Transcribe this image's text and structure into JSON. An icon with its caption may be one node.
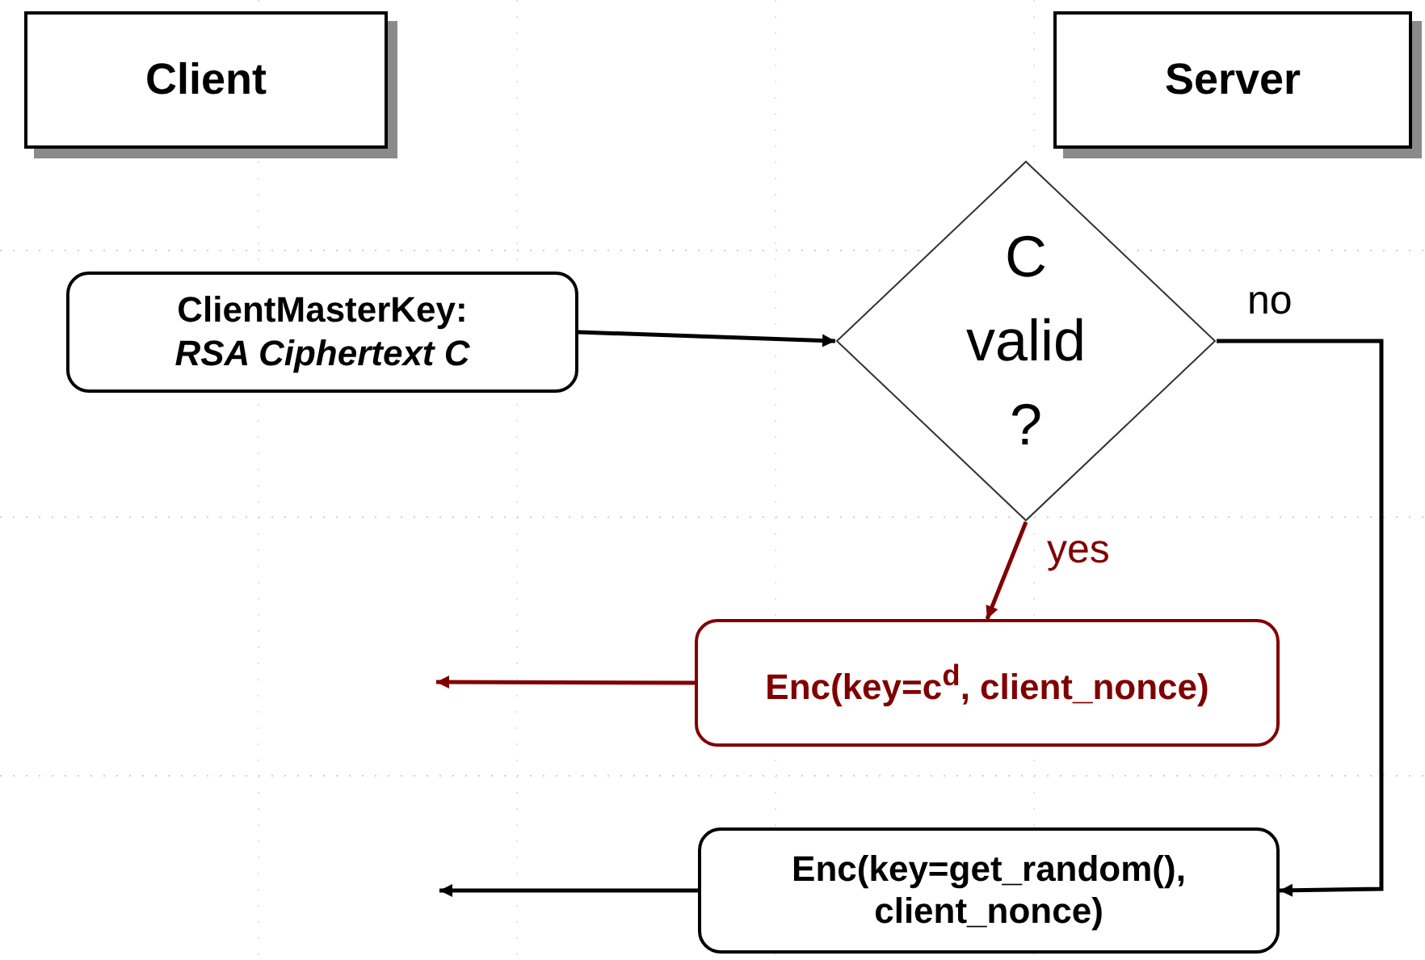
{
  "diagram": {
    "nodes": [
      {
        "text": [
          "Client"
        ]
      },
      {
        "text": [
          "Server"
        ]
      },
      {
        "text": [
          "ClientMasterKey:",
          "RSA Ciphertext C"
        ]
      },
      {
        "text": [
          "C valid ?"
        ]
      },
      {
        "text": [
          "Enc(key=c$^{d}$, client_nonce)"
        ]
      },
      {
        "text": [
          "Enc(key=get_random(), client_nonce)"
        ]
      }
    ],
    "edges": [
      {
        "from": 2,
        "to": 3,
        "arrow": "to"
      },
      {
        "from": 3,
        "to": 4,
        "arrow": "to",
        "label": "yes",
        "color": "#800000"
      },
      {
        "from": 3,
        "to": 5,
        "arrow": "to",
        "label": "no"
      },
      {
        "from": 4,
        "to": null,
        "arrow": "to",
        "color": "#800000"
      },
      {
        "from": 5,
        "to": null,
        "arrow": "to"
      }
    ]
  }
}
